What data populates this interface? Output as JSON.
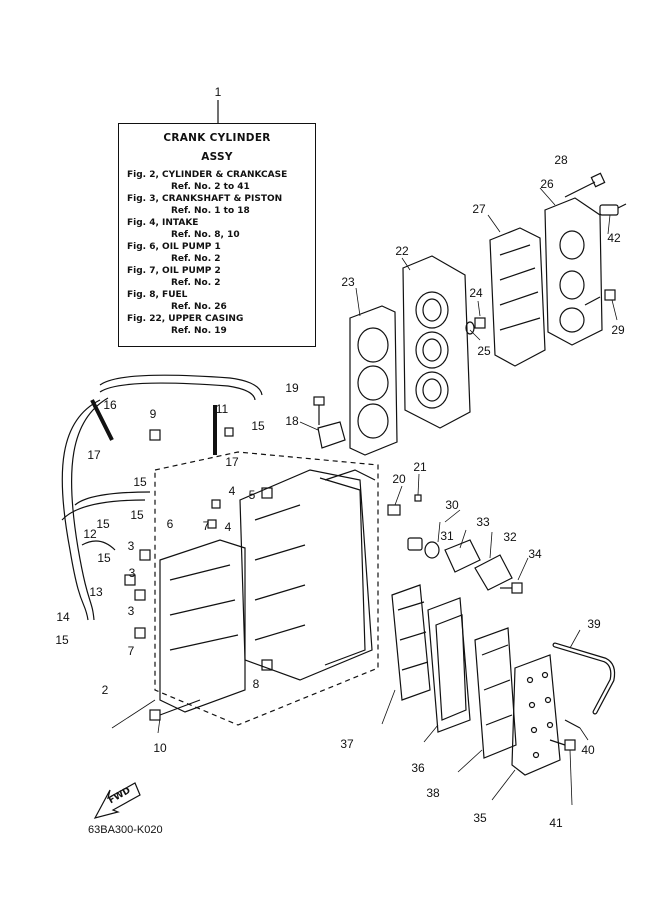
{
  "header": {
    "ref_index": "1"
  },
  "legend": {
    "title_lines": [
      "CRANK CYLINDER",
      "ASSY"
    ],
    "entries": [
      "Fig. 2, CYLINDER & CRANKCASE",
      "Ref. No. 2 to 41",
      "Fig. 3, CRANKSHAFT & PISTON",
      "Ref. No. 1 to 18",
      "Fig. 4, INTAKE",
      "Ref. No. 8, 10",
      "Fig. 6, OIL PUMP 1",
      "Ref. No. 2",
      "Fig. 7, OIL PUMP 2",
      "Ref. No. 2",
      "Fig. 8, FUEL",
      "Ref. No. 26",
      "Fig. 22, UPPER CASING",
      "Ref. No. 19"
    ]
  },
  "callouts": [
    "2",
    "3",
    "3",
    "3",
    "4",
    "4",
    "5",
    "6",
    "7",
    "7",
    "8",
    "9",
    "10",
    "11",
    "12",
    "13",
    "14",
    "15",
    "15",
    "15",
    "15",
    "15",
    "16",
    "17",
    "17",
    "18",
    "19",
    "20",
    "21",
    "22",
    "23",
    "24",
    "25",
    "26",
    "27",
    "28",
    "29",
    "30",
    "31",
    "32",
    "33",
    "34",
    "35",
    "36",
    "37",
    "38",
    "39",
    "40",
    "41",
    "42"
  ],
  "fwd_label": "FWD",
  "catalog_code": "63BA300-K020"
}
